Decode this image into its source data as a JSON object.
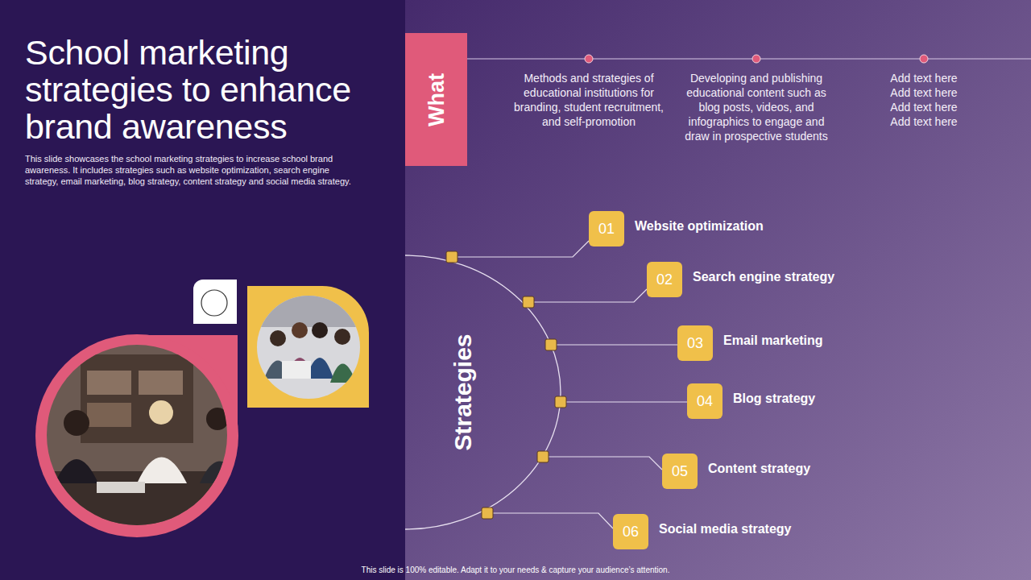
{
  "diagram": {
    "title": "School marketing strategies to enhance brand awareness",
    "nodes": [
      {
        "text": [
          "What"
        ]
      },
      {
        "text": [
          "01",
          "Website optimization"
        ]
      },
      {
        "text": [
          "02",
          "Search engine strategy"
        ]
      },
      {
        "text": [
          "03",
          "Email marketing"
        ]
      },
      {
        "text": [
          "04",
          "Blog strategy"
        ]
      },
      {
        "text": [
          "05",
          "Content strategy"
        ]
      },
      {
        "text": [
          "06",
          "Social media strategy"
        ]
      }
    ],
    "labels": [
      "This slide showcases the school marketing strategies to increase school brand awareness. It includes strategies such as website optimization, search engine strategy, email marketing, blog strategy, content strategy and social media strategy.",
      "Methods and strategies of educational institutions for branding, student recruitment, and self-promotion",
      "Developing and publishing educational content such as blog posts, videos, and infographics to engage and draw in prospective students",
      "Add text here Add text here Add text here Add text here",
      "Strategies",
      "This slide is 100% editable. Adapt it to your needs & capture your audience’s attention."
    ]
  }
}
